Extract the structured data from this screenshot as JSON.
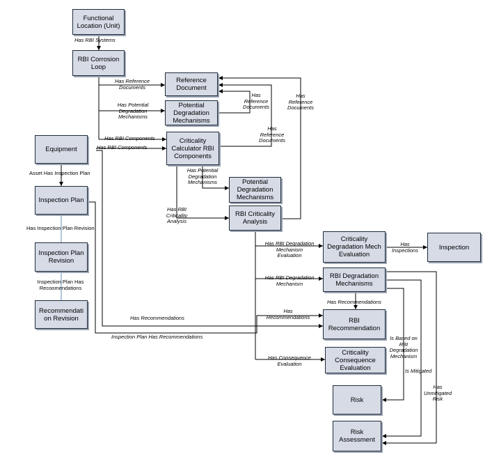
{
  "nodes": {
    "functional_location": "Functional Location (Unit)",
    "rbi_corrosion_loop": "RBI Corrosion Loop",
    "reference_document": "Reference Document",
    "potential_degradation_mechanisms_1": "Potential Degradation Mechanisms",
    "equipment": "Equipment",
    "criticality_calculator": "Criticality Calculator RBI Components",
    "potential_degradation_mechanisms_2": "Potential Degradation Mechanisms",
    "inspection_plan": "Inspection Plan",
    "rbi_criticality_analysis": "RBI Criticality Analysis",
    "inspection_plan_revision": "Inspection Plan Revision",
    "criticality_degradation_mech_eval": "Criticality Degradation Mech Evaluation",
    "inspection": "Inspection",
    "rbi_degradation_mechanisms": "RBI Degradation Mechanisms",
    "recommendation_on_revision": "Recommendati on Revision",
    "rbi_recommendation": "RBI Recommendation",
    "criticality_consequence_eval": "Criticality Consequence Evaluation",
    "risk": "Risk",
    "risk_assessment": "Risk Assessment"
  },
  "edge_labels": {
    "has_rbi_systems": "Has RBI Systems",
    "has_reference_documents_1": "Has Reference Documents",
    "has_potential_degradation_mechanisms_1": "Has Potential Degradation Mechanisms",
    "has_reference_documents_2": "Has Reference Documents",
    "has_reference_documents_3": "Has Reference Documents",
    "has_reference_documents_4": "Has Reference Documents",
    "has_rbi_components_1": "Has RBI Components",
    "has_rbi_components_2": "Has RBI Components",
    "asset_has_inspection_plan": "Asset Has Inspection Plan",
    "has_potential_degradation_mechanisms_2": "Has Potential Degradation Mechanisms",
    "has_rbi_criticality_analysis": "Has RBI Criticality Analysis",
    "has_inspection_plan_revision": "Has Inspection Plan Revision",
    "has_rbi_degradation_mechanism_evaluation": "Has RBI Degradation Mechanism Evaluation",
    "has_inspections": "Has Inspections",
    "inspection_plan_has_recommendations_1": "Inspection Plan Has Recoomendations",
    "has_rbi_degradation_mechanism": "Has RBI Degradation Mechanism",
    "has_recommendations_1": "Has Recommendations",
    "has_recommendations_2": "Has Recommendations",
    "has_recommendations_3": "Has Recommendations",
    "inspection_plan_has_recommendations_2": "Inspection Plan Has Recommendations",
    "is_based_on_rbi_degradation_mechanism": "Is Based on RBI Degradation Mechanism",
    "has_consequence_evaluation": "Has Consequence Evaluation",
    "is_mitigated": "Is Mitigated",
    "has_unmitigated_risk": "Has Unmitigated Risk"
  },
  "colors": {
    "box_fill": "#d6dbe6",
    "box_border": "#1f2b3a",
    "line": "#000000",
    "vertical_link": "#6a8fb8"
  }
}
